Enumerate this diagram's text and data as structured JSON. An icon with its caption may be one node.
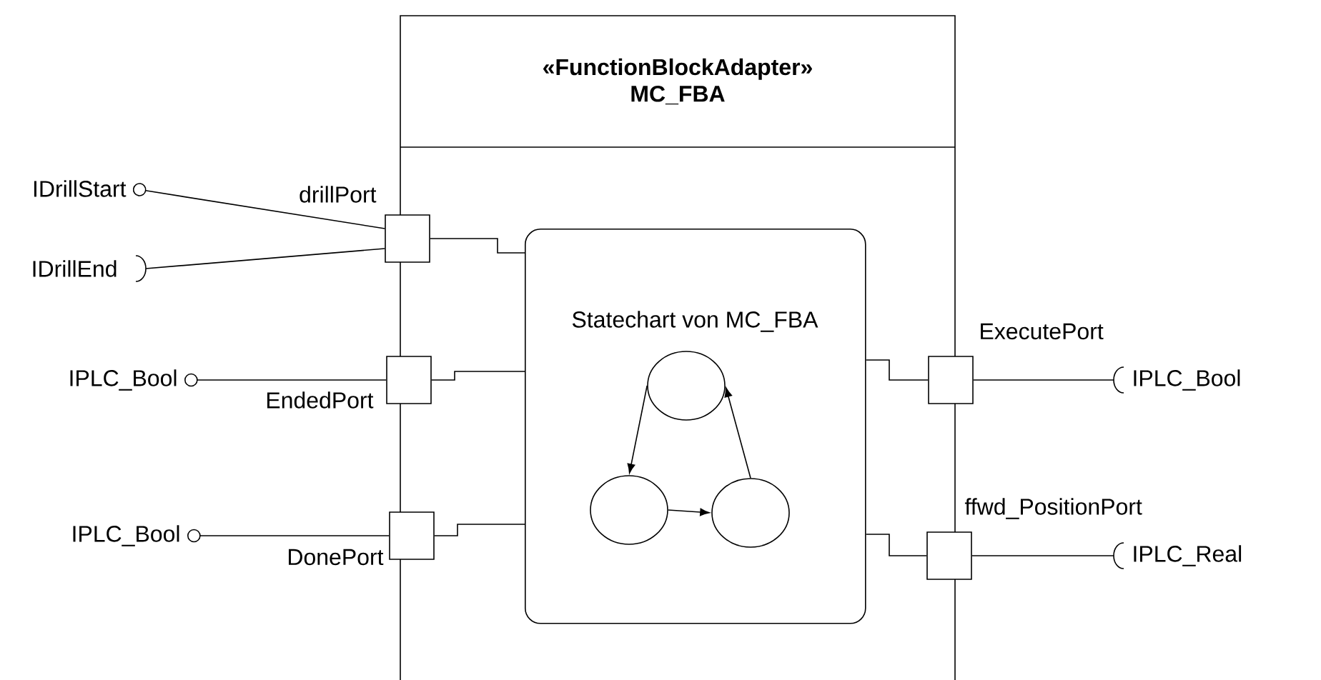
{
  "diagram": {
    "nodes": [
      {
        "text": [
          "«FunctionBlockAdapter» MC_FBA"
        ]
      },
      {
        "text": [
          "Statechart von MC_FBA"
        ],
        "in": 0
      },
      {
        "text": [],
        "shape": "circle",
        "in": 1
      },
      {
        "text": [],
        "shape": "circle",
        "in": 1
      },
      {
        "text": [],
        "shape": "circle",
        "in": 1
      },
      {
        "text": [],
        "shape": "box",
        "beside": [
          "drillPort"
        ]
      },
      {
        "text": [],
        "shape": "box",
        "beside": [
          "EndedPort"
        ]
      },
      {
        "text": [],
        "shape": "box",
        "beside": [
          "DonePort"
        ]
      },
      {
        "text": [],
        "shape": "box",
        "beside": [
          "ExecutePort"
        ]
      },
      {
        "text": [],
        "shape": "box",
        "beside": [
          "ffwd_PositionPort"
        ]
      },
      {
        "text": [
          "IDrillStart"
        ]
      },
      {
        "text": [
          "IDrillEnd"
        ]
      },
      {
        "text": [
          "IPLC_Bool"
        ]
      },
      {
        "text": [
          "IPLC_Bool"
        ]
      },
      {
        "text": [
          "IPLC_Bool"
        ]
      },
      {
        "text": [
          "IPLC_Real"
        ]
      }
    ],
    "edges": [
      {
        "from": 10,
        "to": 5,
        "arrow": "other"
      },
      {
        "from": 11,
        "to": 5,
        "arrow": "none"
      },
      {
        "from": 12,
        "to": 6,
        "arrow": "other"
      },
      {
        "from": 13,
        "to": 7,
        "arrow": "other"
      },
      {
        "from": 5,
        "to": 1,
        "arrow": "none"
      },
      {
        "from": 6,
        "to": 1,
        "arrow": "none"
      },
      {
        "from": 7,
        "to": 1,
        "arrow": "none"
      },
      {
        "from": 1,
        "to": 8,
        "arrow": "none"
      },
      {
        "from": 1,
        "to": 9,
        "arrow": "none"
      },
      {
        "from": 8,
        "to": 14,
        "arrow": "none"
      },
      {
        "from": 9,
        "to": 15,
        "arrow": "none"
      },
      {
        "from": 2,
        "to": 3,
        "arrow": "to"
      },
      {
        "from": 3,
        "to": 4,
        "arrow": "to"
      },
      {
        "from": 4,
        "to": 2,
        "arrow": "to"
      }
    ]
  }
}
